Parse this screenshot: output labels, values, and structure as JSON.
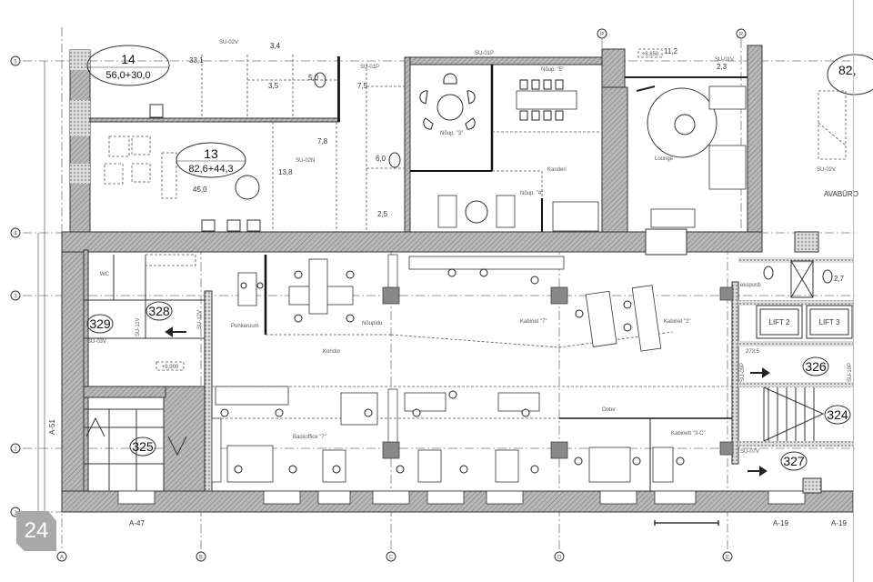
{
  "page_number": "24",
  "grid": {
    "rows": [
      "5",
      "4",
      "3",
      "2",
      "1"
    ],
    "columns": [
      "A",
      "B",
      "C",
      "D",
      "E",
      "P",
      "R"
    ]
  },
  "upper_floor": {
    "apartment_14": {
      "number": "14",
      "area": "56,0+30,0"
    },
    "apartment_13": {
      "number": "13",
      "area": "82,6+44,3"
    },
    "apartment_82_partial": "82,",
    "room_areas": [
      "33,1",
      "3,4",
      "3,5",
      "5,0",
      "7,5",
      "7,8",
      "13,8",
      "6,0",
      "45,0",
      "2,5",
      "11,2",
      "2,3"
    ],
    "level_mark": "+8,850",
    "avaburo": "AVABÜRO",
    "codes": [
      "SU-02V",
      "SU-02V",
      "SU-01P",
      "SU-02N",
      "SU-01P",
      "SU-01V",
      "SU-02V"
    ]
  },
  "office": {
    "rooms": [
      "Nõup. \"3\"",
      "Nõup. \"5\"",
      "Nõup. \"4\"",
      "Kanderi",
      "Lounge",
      "Puhkeruum",
      "Nõupidu",
      "Koridor",
      "Kabinet \"7\"",
      "Kabinet \"2\"",
      "Backoffice \"7\"",
      "Ooter",
      "Kabinett \"3-C\"",
      "ekspordi",
      "WC"
    ],
    "level_mark": "+9,900",
    "wc_area": "2,7",
    "lifts": [
      "LIFT 2",
      "LIFT 3"
    ],
    "stair_mark": "273,5",
    "units": [
      "329",
      "328",
      "325",
      "326",
      "324",
      "327"
    ],
    "codes": [
      "SU-03V",
      "SU-11V",
      "SU-12V",
      "SU-10P",
      "SU-09P",
      "SU-07V"
    ],
    "section_marks": [
      "A-51",
      "A-47",
      "A-19",
      "A-19"
    ]
  }
}
